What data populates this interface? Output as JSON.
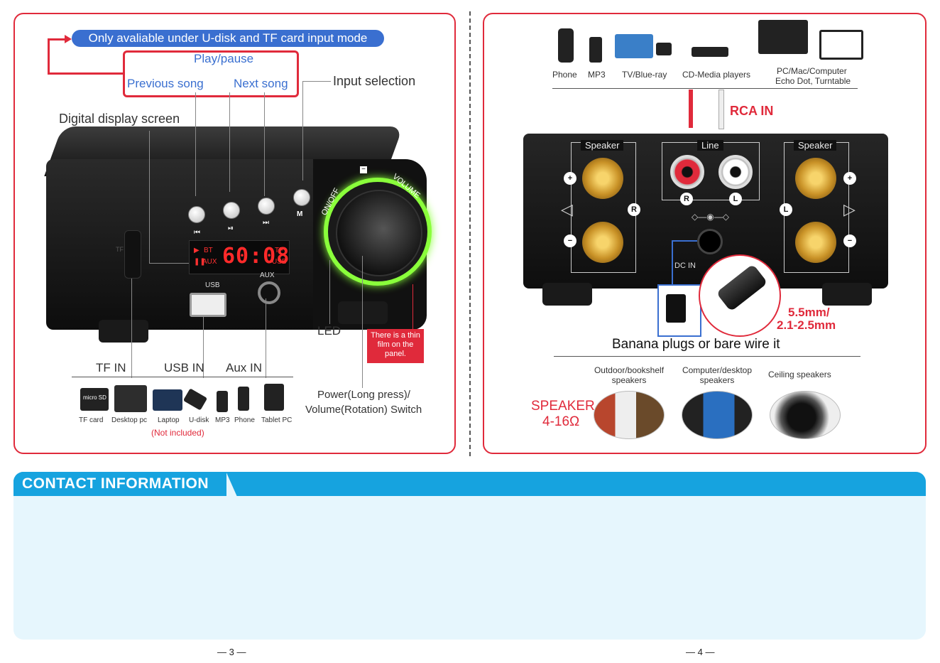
{
  "left": {
    "banner": "Only avaliable under U-disk and TF card input mode",
    "play_pause": "Play/pause",
    "previous_song": "Previous song",
    "next_song": "Next song",
    "input_selection": "Input selection",
    "digital_display": "Digital display screen",
    "tf_side_label": "TF",
    "button_m": "M",
    "display": {
      "bt": "BT",
      "aux": "AUX",
      "tf": "TF",
      "usb": "USB",
      "digits": "60:08"
    },
    "port_usb": "USB",
    "port_aux": "AUX",
    "knob_on_off": "ON/OFF",
    "knob_volume": "VOLUME",
    "led": "LED",
    "film_note": "There is a thin film on the panel.",
    "tf_in": "TF IN",
    "usb_in": "USB IN",
    "aux_in": "Aux IN",
    "power_switch_line1": "Power(Long press)/",
    "power_switch_line2": "Volume(Rotation) Switch",
    "devices": [
      "TF card",
      "Desktop pc",
      "Laptop",
      "U-disk",
      "MP3",
      "Phone",
      "Tablet PC"
    ],
    "tf_card_print": "micro SD",
    "not_included": "(Not included)"
  },
  "right": {
    "sources": [
      "Phone",
      "MP3",
      "TV/Blue-ray",
      "CD-Media players"
    ],
    "pc_line1": "PC/Mac/Computer",
    "pc_line2": "Echo Dot, Turntable",
    "rca_in": "RCA IN",
    "speaker_left": "Speaker",
    "line": "Line",
    "speaker_right": "Speaker",
    "badge_r": "R",
    "badge_l": "L",
    "plus": "+",
    "minus": "−",
    "dc_in": "DC IN",
    "plug_size_line1": "5.5mm/",
    "plug_size_line2": "2.1-2.5mm",
    "banana_note": "Banana plugs or bare wire it",
    "speaker_types": [
      "Outdoor/bookshelf speakers",
      "Computer/desktop speakers",
      "Ceiling speakers"
    ],
    "speaker_spec_line1": "SPEAKER",
    "speaker_spec_line2": "4-16Ω"
  },
  "contact": {
    "title": "CONTACT INFORMATION"
  },
  "pages": {
    "left": "— 3 —",
    "right": "— 4 —"
  },
  "colors": {
    "accent_red": "#e02a3b",
    "accent_blue": "#3a6fd0",
    "contact_blue": "#16a3df",
    "led_green": "#8aff3b"
  }
}
